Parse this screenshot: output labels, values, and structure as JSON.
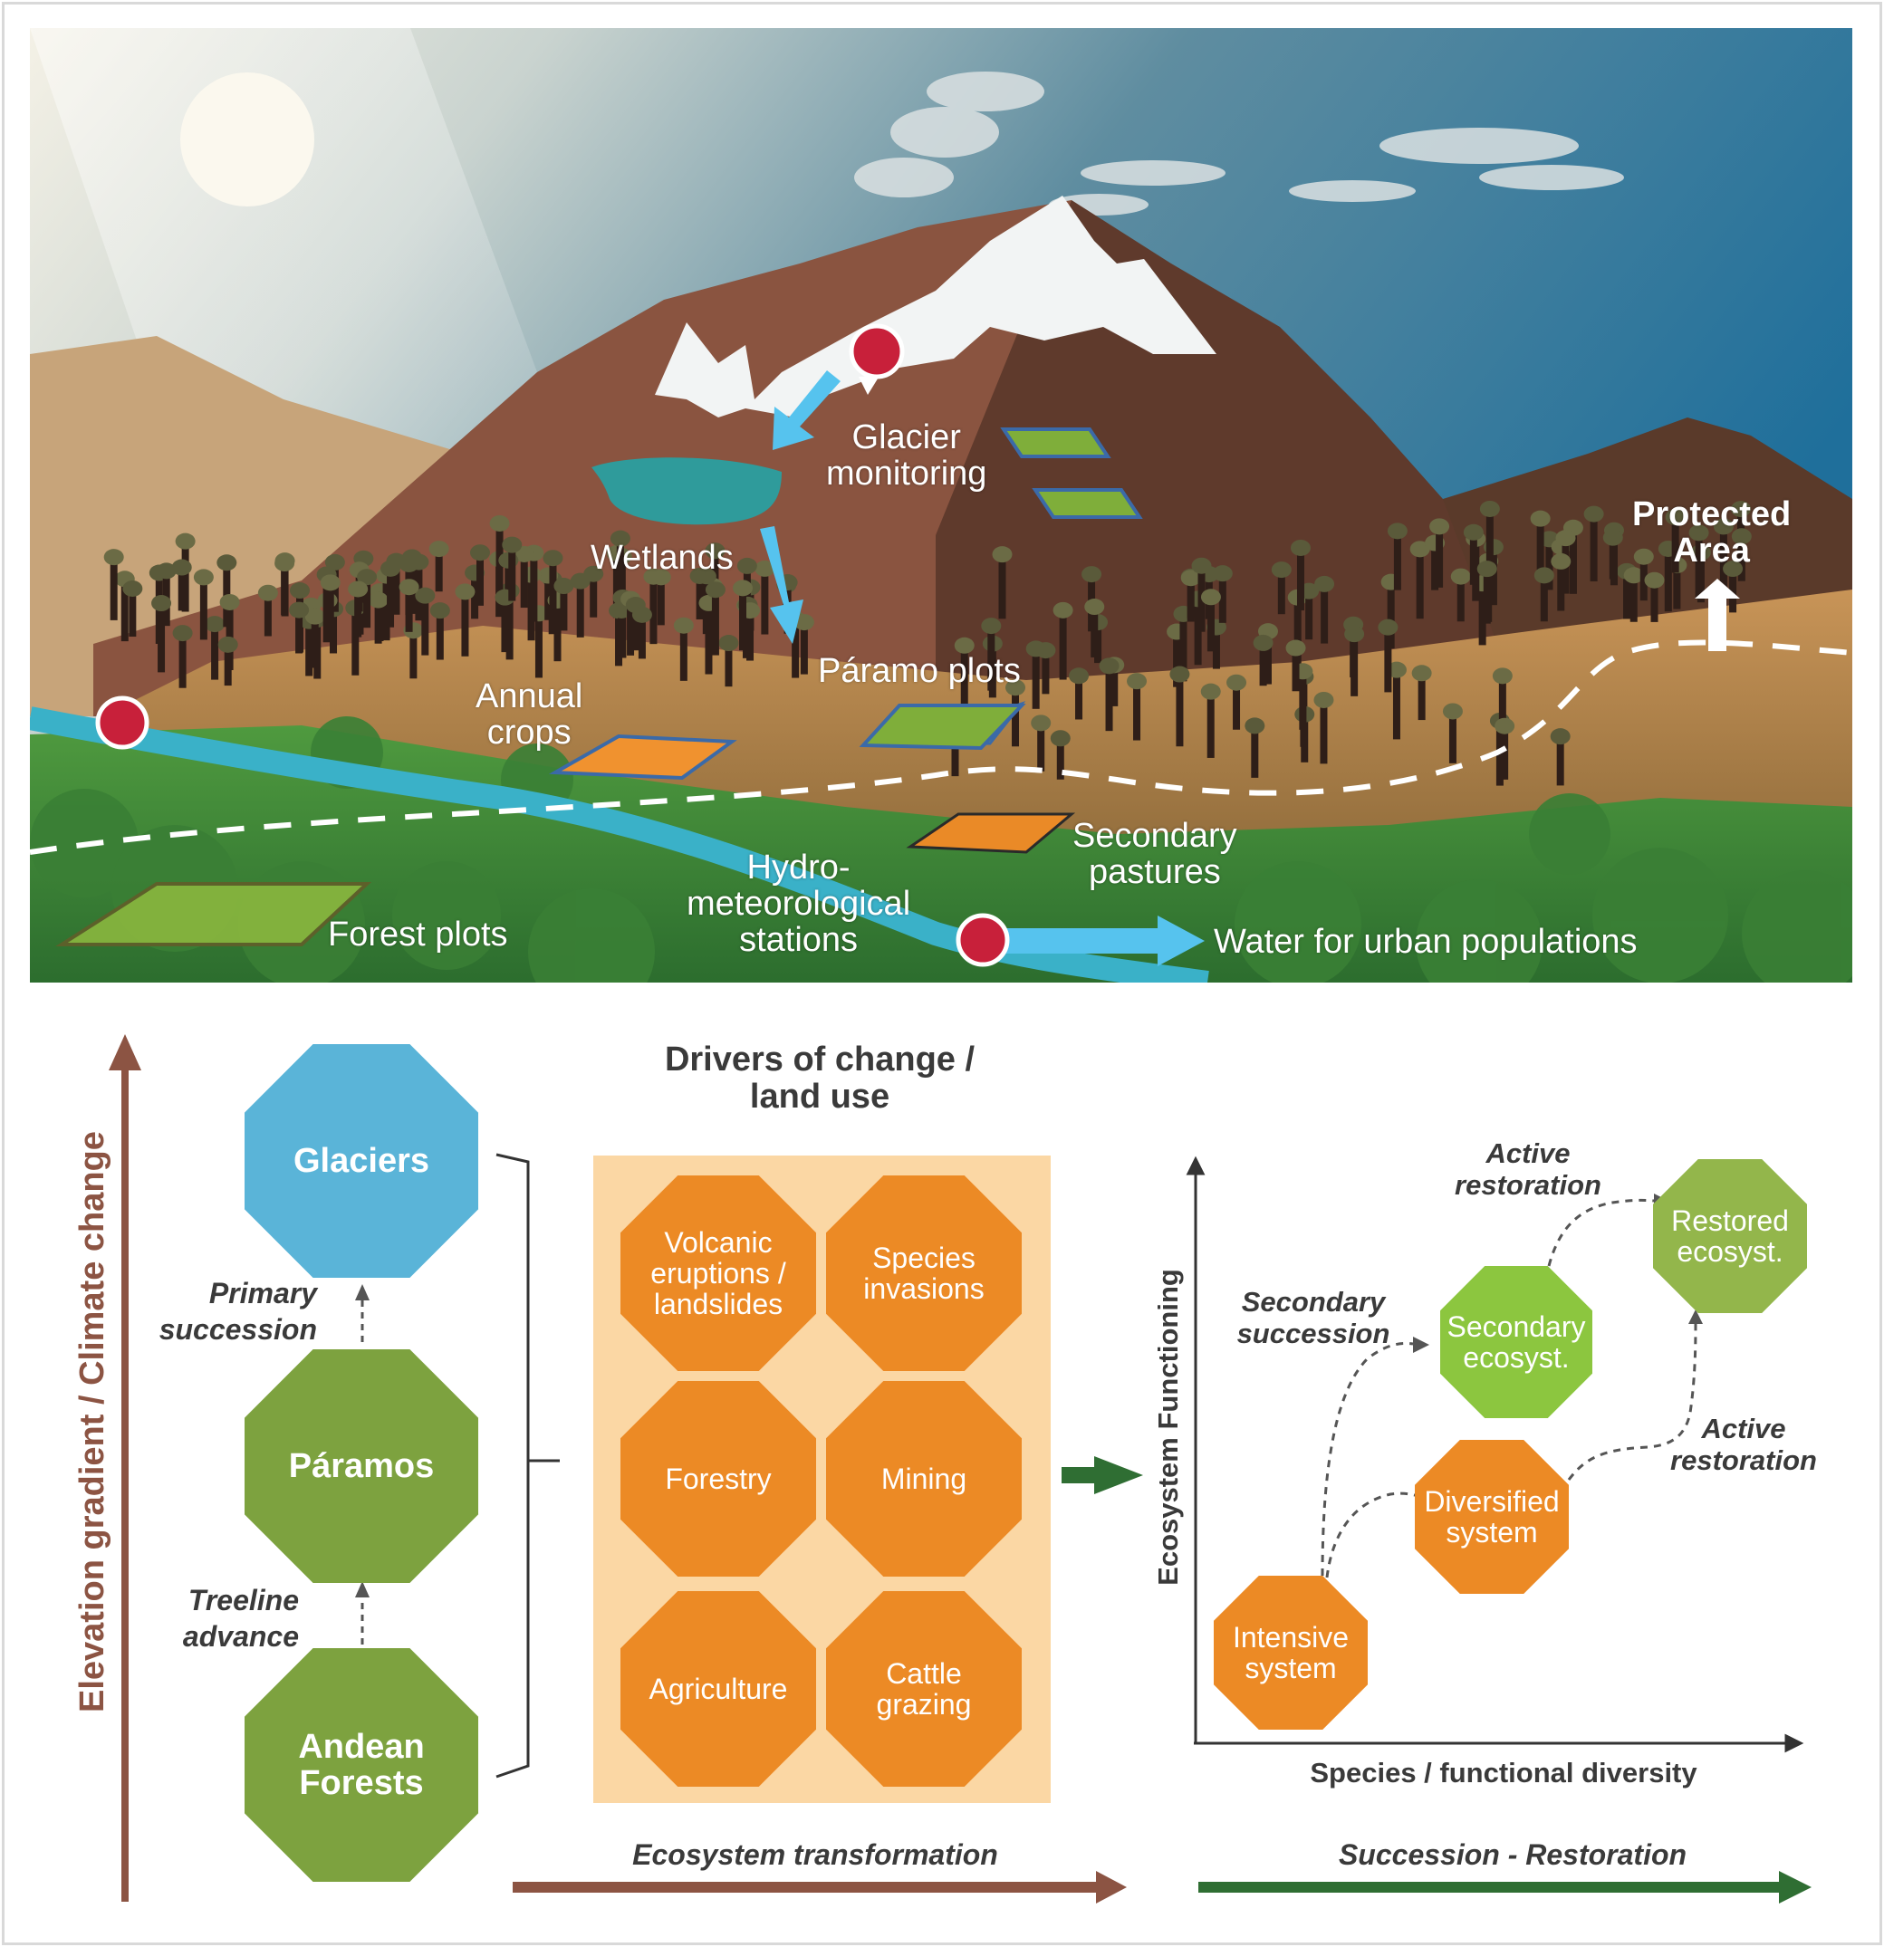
{
  "colors": {
    "glacier": "#5ab4d8",
    "paramo": "#7da23f",
    "driver": "#ec8a25",
    "driver_panel": "#fbd7a4",
    "secondary": "#8cc63f",
    "restored": "#93b64b",
    "brown_arrow": "#8c5443",
    "green_arrow": "#2f6e33",
    "monitor_point": "#c8203a",
    "flow_arrow": "#56c3ee"
  },
  "landscape": {
    "labels": {
      "glacier_monitoring": "Glacier\nmonitoring",
      "wetlands": "Wetlands",
      "protected_area": "Protected\nArea",
      "paramo_plots": "Páramo plots",
      "annual_crops": "Annual\ncrops",
      "secondary_pastures": "Secondary\npastures",
      "hydro_stations": "Hydro-\nmeteorological\nstations",
      "forest_plots": "Forest plots",
      "water_urban": "Water for urban populations"
    },
    "icons": [
      "sun-icon",
      "cloud-icon",
      "monitoring-point-icon",
      "flow-arrow-icon",
      "up-arrow-icon"
    ]
  },
  "elevation": {
    "axis_label": "Elevation gradient / Climate change",
    "zones": [
      "Glaciers",
      "Páramos",
      "Andean\nForests"
    ],
    "transitions": [
      "Primary\nsuccession",
      "Treeline\nadvance"
    ]
  },
  "drivers": {
    "title": "Drivers of change /\nland use",
    "items": [
      "Volcanic\neruptions /\nlandslides",
      "Species\ninvasions",
      "Forestry",
      "Mining",
      "Agriculture",
      "Cattle\ngrazing"
    ]
  },
  "restoration": {
    "y_axis": "Ecosystem Functioning",
    "x_axis": "Species / functional diversity",
    "states": {
      "intensive": "Intensive\nsystem",
      "diversified": "Diversified\nsystem",
      "secondary": "Secondary\necosyst.",
      "restored": "Restored\necosyst."
    },
    "transitions": {
      "secondary_succession": "Secondary\nsuccession",
      "active_restoration_top": "Active\nrestoration",
      "active_restoration_right": "Active\nrestoration"
    }
  },
  "bottom_arrows": {
    "transformation": "Ecosystem transformation",
    "succession": "Succession - Restoration"
  }
}
